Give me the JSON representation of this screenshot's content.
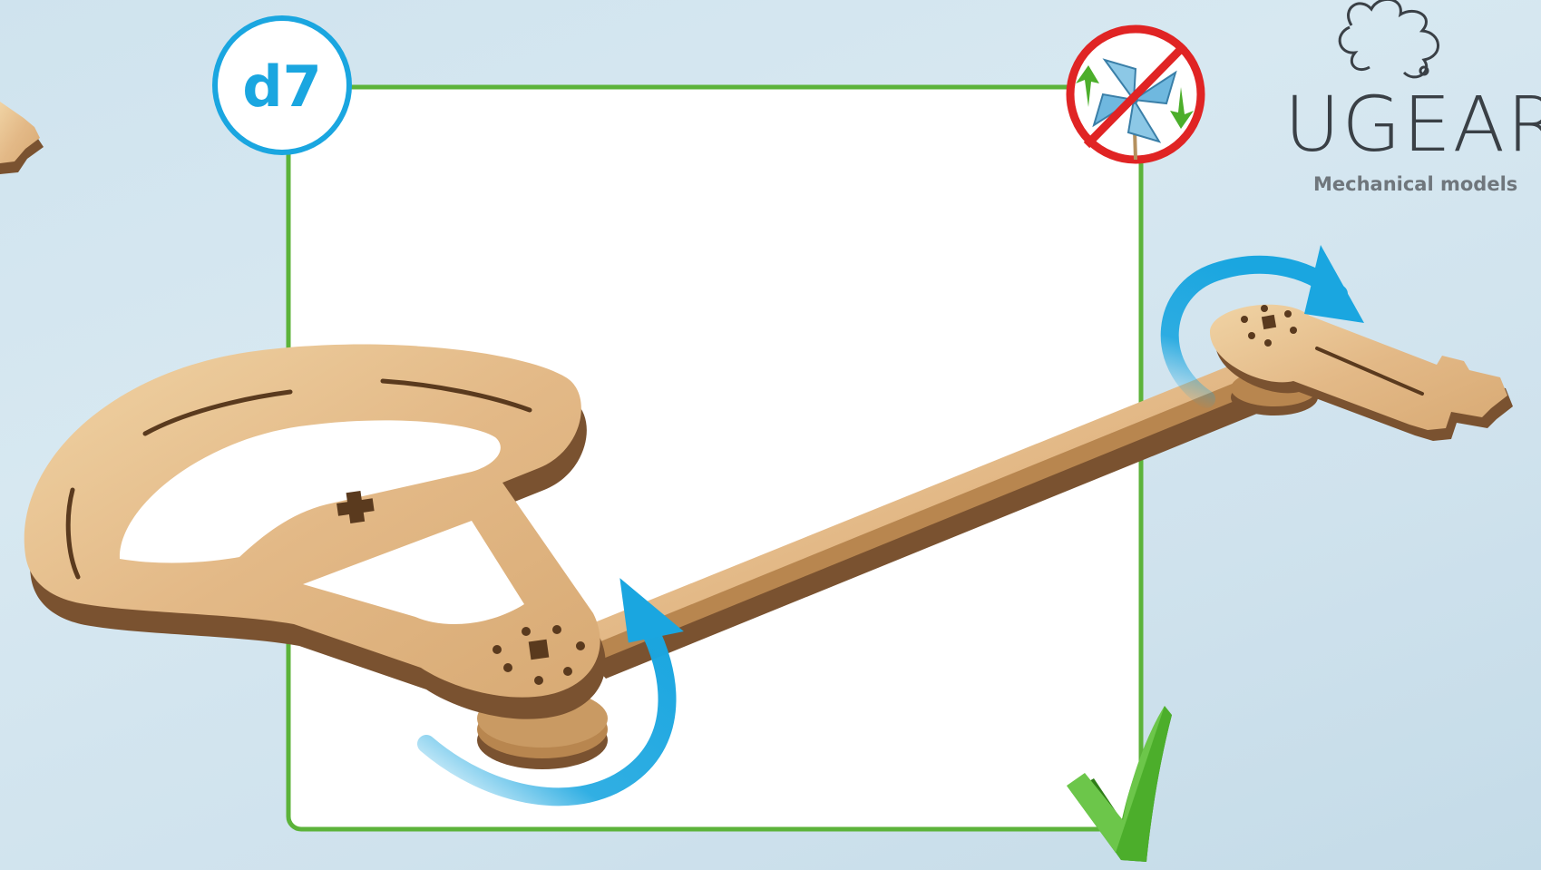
{
  "step": {
    "label": "d7"
  },
  "brand": {
    "name": "UGEARS",
    "tagline": "Mechanical models"
  },
  "icons": {
    "step_badge": "step-circle-badge",
    "rotate_symbol": "pinwheel-rotation-icon",
    "check": "green-checkmark-icon",
    "rotation_arrows": "blue-curved-rotation-arrow"
  },
  "colors": {
    "frame": "#5cb33a",
    "badge": "#1aa6e0",
    "prohibit": "#e02424",
    "arrow": "#1aa6e0",
    "check": "#4cae2b",
    "wood": "#e6bf89",
    "wood_edge": "#7a5230"
  }
}
